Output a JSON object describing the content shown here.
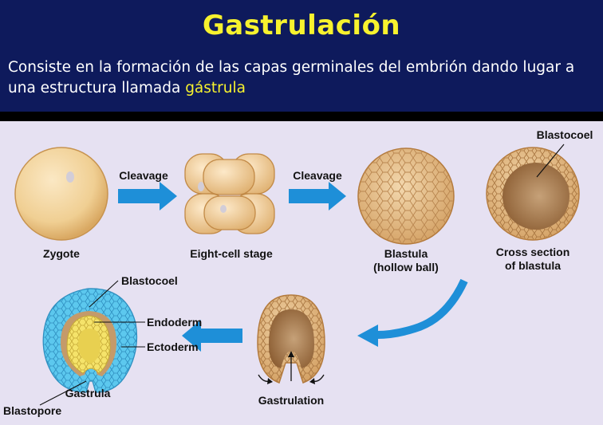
{
  "title": "Gastrulación",
  "subtitle": {
    "text": "Consiste en la formación de las capas germinales del embrión dando lugar a una estructura llamada ",
    "highlight": "gástrula"
  },
  "diagram": {
    "stages": {
      "zygote": "Zygote",
      "eight_cell": "Eight-cell stage",
      "blastula_line1": "Blastula",
      "blastula_line2": "(hollow ball)",
      "cross_line1": "Cross section",
      "cross_line2": "of blastula",
      "gastrulation": "Gastrulation",
      "gastrula": "Gastrula"
    },
    "arrows": {
      "cleavage_1": "Cleavage",
      "cleavage_2": "Cleavage"
    },
    "parts": {
      "blastocoel_top": "Blastocoel",
      "blastocoel_gastrula": "Blastocoel",
      "endoderm": "Endoderm",
      "ectoderm": "Ectoderm",
      "blastopore": "Blastopore"
    },
    "colors": {
      "arrow_blue": "#1e8fd8",
      "ectoderm_blue": "#5cc8ee",
      "endoderm_yellow": "#f5e36a",
      "embryo_tan": "#e8c38f",
      "cell_brown": "#a8784a"
    }
  }
}
